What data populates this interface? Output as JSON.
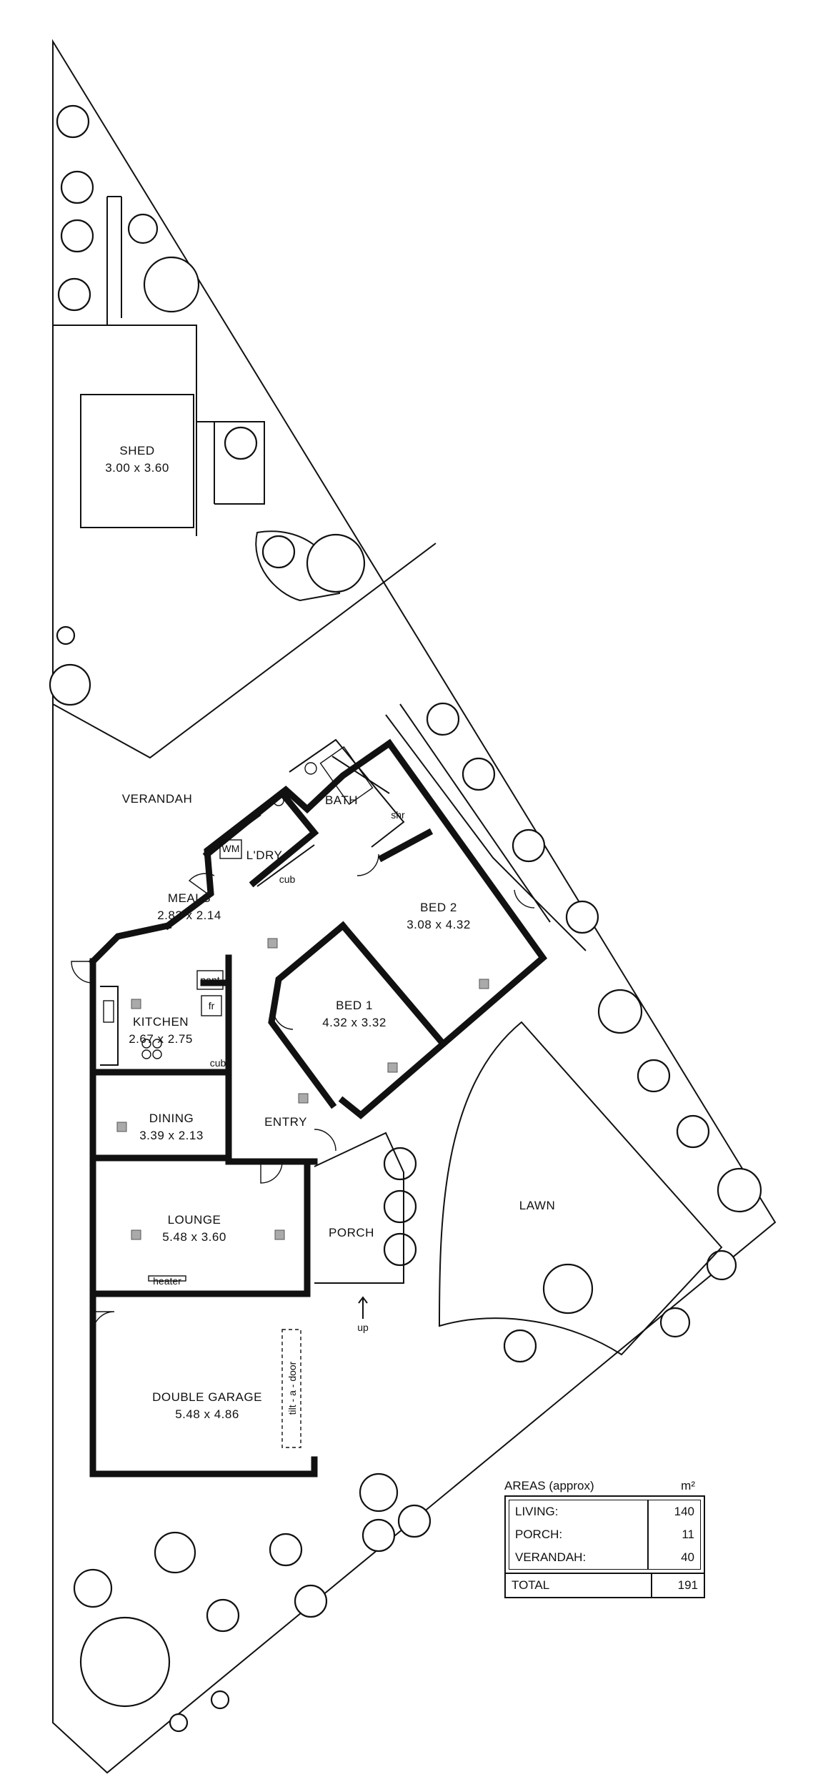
{
  "rooms": {
    "shed": {
      "name": "SHED",
      "size": "3.00 x 3.60"
    },
    "verandah": {
      "name": "VERANDAH"
    },
    "bath": {
      "name": "BATH"
    },
    "shr": {
      "name": "shr"
    },
    "wm": {
      "name": "WM"
    },
    "ldry": {
      "name": "L'DRY"
    },
    "ldry_cub": {
      "name": "cub"
    },
    "meals": {
      "name": "MEALS",
      "size": "2.82 x 2.14"
    },
    "bed2": {
      "name": "BED 2",
      "size": "3.08 x 4.32"
    },
    "pant": {
      "name": "pant"
    },
    "fr": {
      "name": "fr"
    },
    "kitchen": {
      "name": "KITCHEN",
      "size": "2.67 x 2.75"
    },
    "kitchen_cub": {
      "name": "cub"
    },
    "bed1": {
      "name": "BED 1",
      "size": "4.32 x 3.32"
    },
    "dining": {
      "name": "DINING",
      "size": "3.39 x 2.13"
    },
    "entry": {
      "name": "ENTRY"
    },
    "lawn": {
      "name": "LAWN"
    },
    "lounge": {
      "name": "LOUNGE",
      "size": "5.48 x 3.60"
    },
    "porch": {
      "name": "PORCH"
    },
    "heater": {
      "name": "heater"
    },
    "up": {
      "name": "up"
    },
    "garage": {
      "name": "DOUBLE GARAGE",
      "size": "5.48 x 4.86"
    },
    "garage_door": {
      "name": "tilt - a - door"
    }
  },
  "areas": {
    "title": "AREAS (approx)",
    "unit": "m²",
    "rows": [
      {
        "name": "LIVING:",
        "value": "140"
      },
      {
        "name": "PORCH:",
        "value": "11"
      },
      {
        "name": "VERANDAH:",
        "value": "40"
      }
    ],
    "total": {
      "name": "TOTAL",
      "value": "191"
    }
  }
}
